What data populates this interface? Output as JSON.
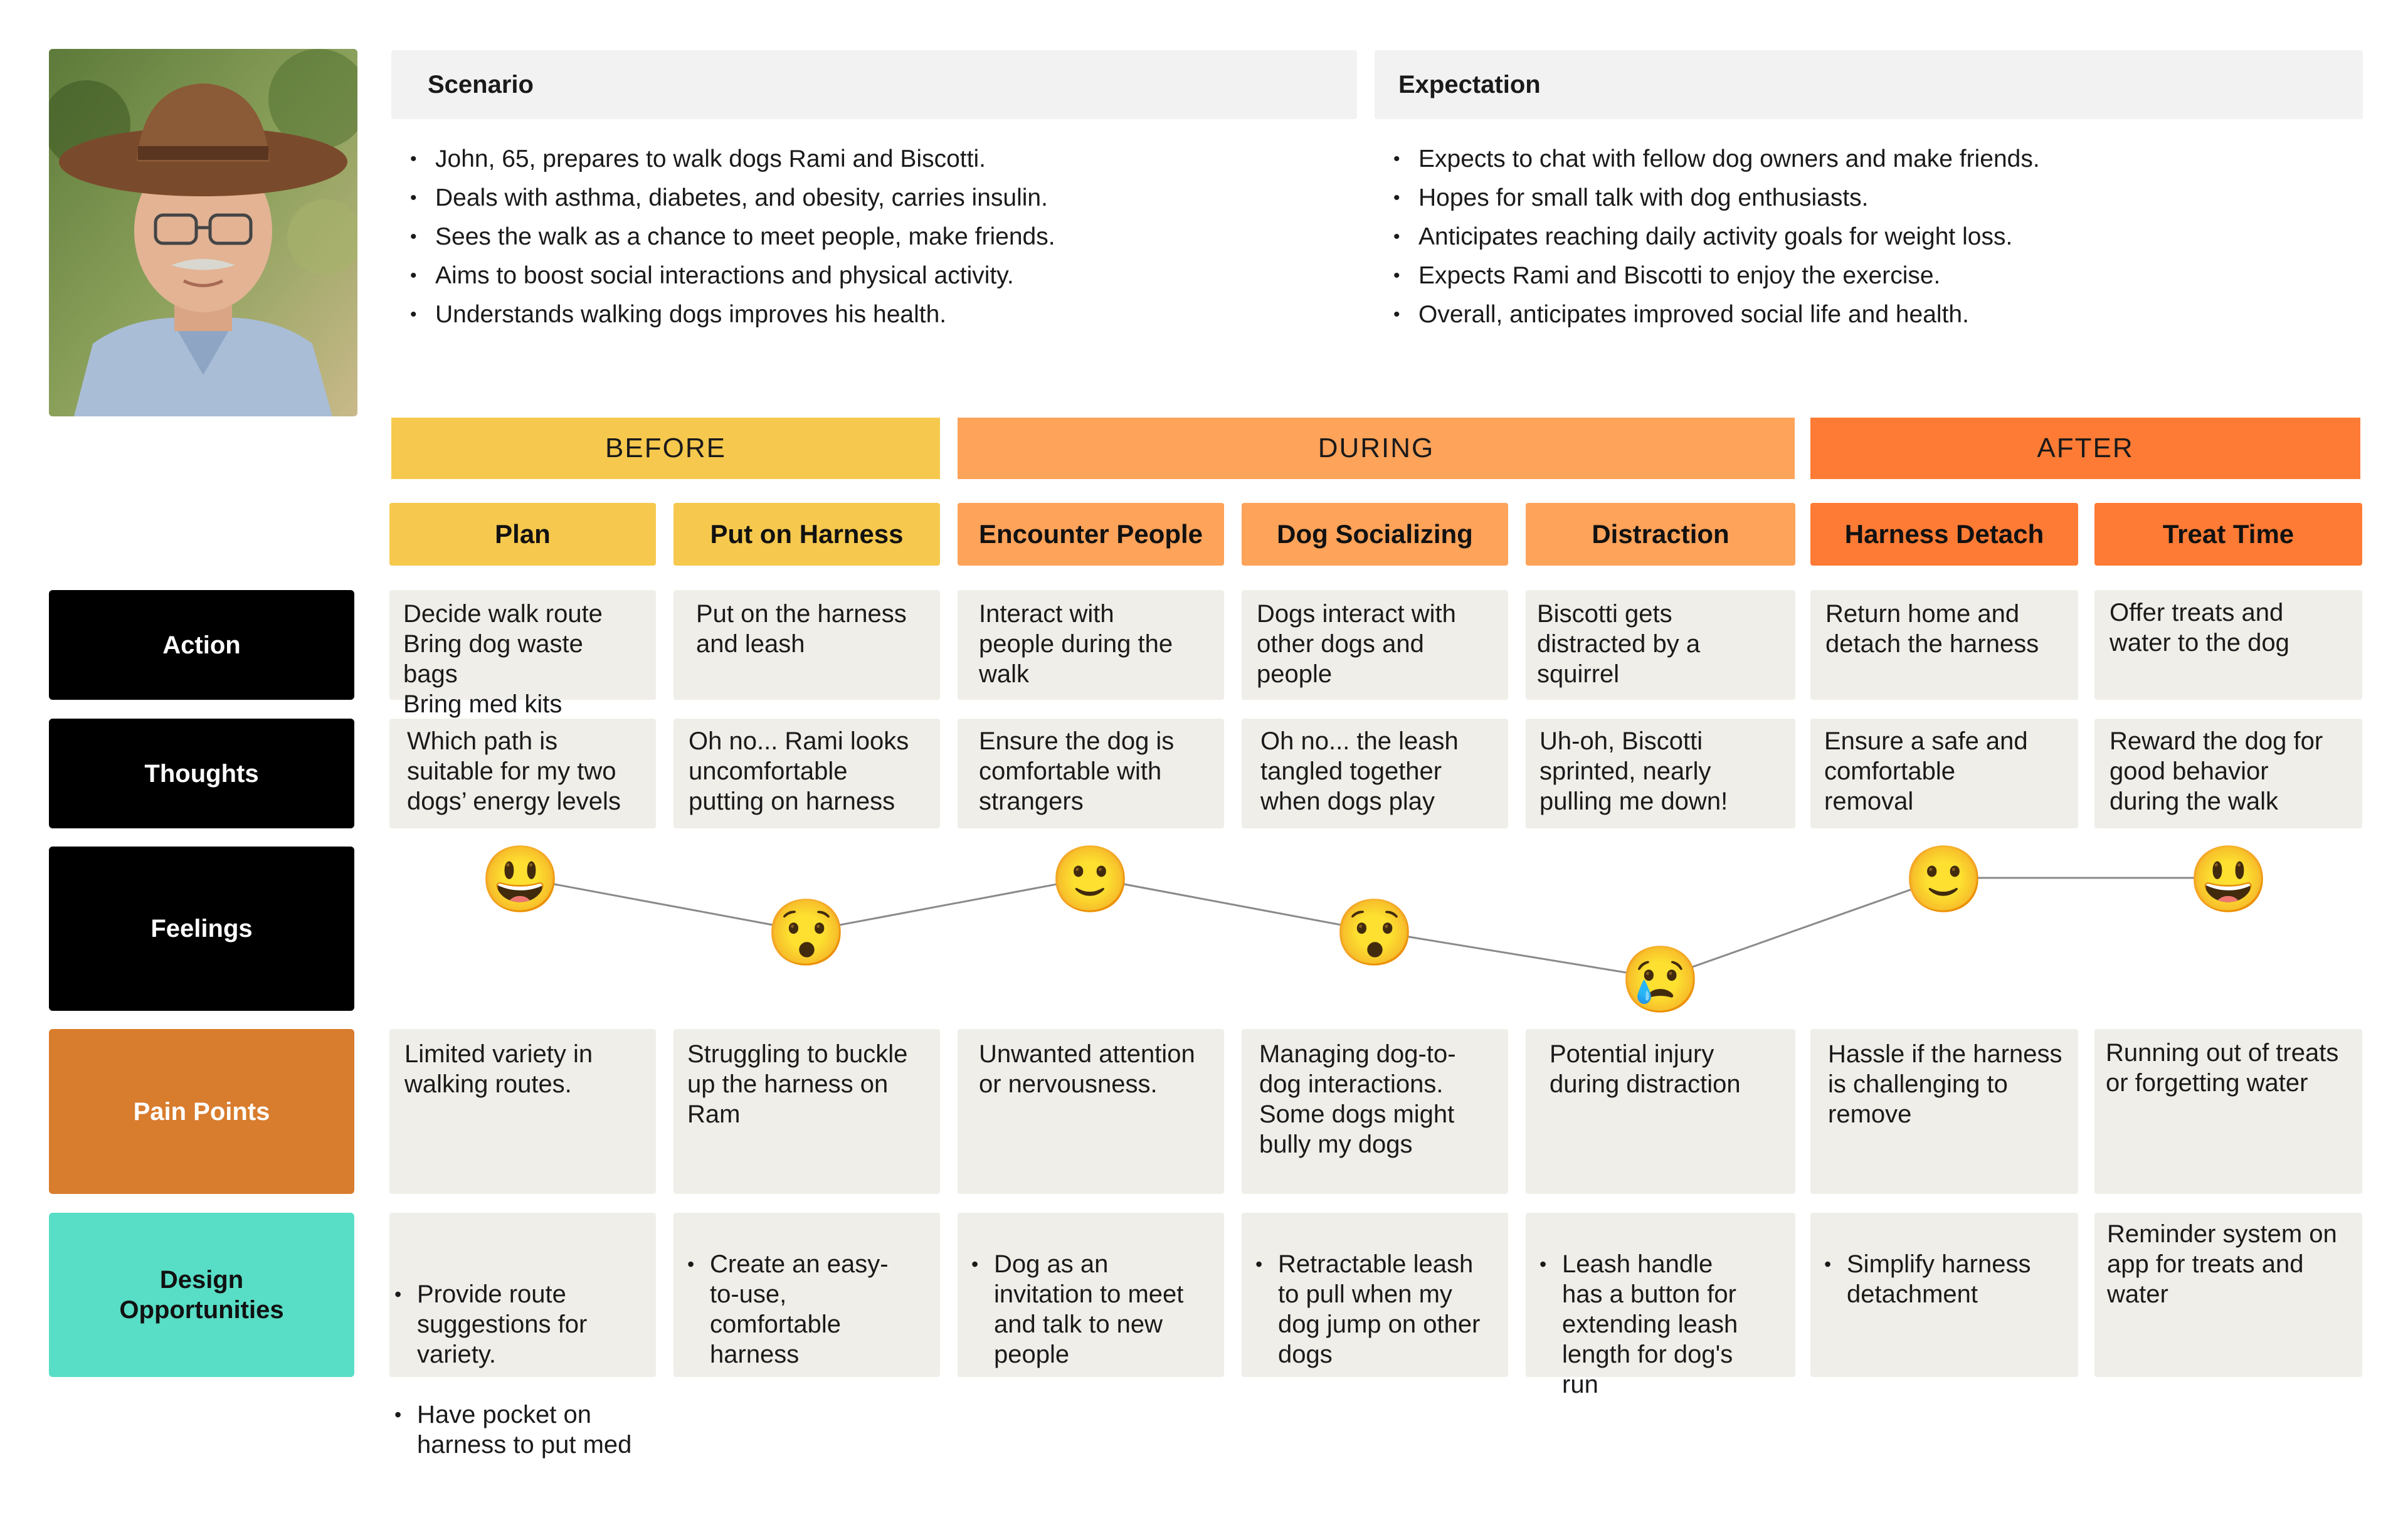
{
  "persona_photo": {
    "icon": "older-man-in-hat-photo"
  },
  "scenario": {
    "title": "Scenario",
    "items": [
      "John, 65, prepares to walk dogs Rami and Biscotti.",
      "Deals with asthma, diabetes, and obesity, carries insulin.",
      "Sees the walk as a chance to meet people, make friends.",
      "Aims to boost social interactions and physical activity.",
      "Understands walking dogs improves his health."
    ]
  },
  "expectation": {
    "title": "Expectation",
    "items": [
      "Expects to chat with fellow dog owners and make friends.",
      "Hopes for small talk with dog enthusiasts.",
      "Anticipates reaching daily activity goals for weight loss.",
      "Expects Rami and Biscotti to enjoy the exercise.",
      "Overall, anticipates improved social life and health."
    ]
  },
  "phases": [
    {
      "label": "BEFORE",
      "color": "#f6c94e"
    },
    {
      "label": "DURING",
      "color": "#fda35a"
    },
    {
      "label": "AFTER",
      "color": "#fd7b35"
    }
  ],
  "steps": [
    {
      "label": "Plan",
      "color": "#f6c94e"
    },
    {
      "label": "Put on Harness",
      "color": "#f6c94e"
    },
    {
      "label": "Encounter People",
      "color": "#fda35a"
    },
    {
      "label": "Dog Socializing",
      "color": "#fda35a"
    },
    {
      "label": "Distraction",
      "color": "#fda35a"
    },
    {
      "label": "Harness Detach",
      "color": "#fd7b35"
    },
    {
      "label": "Treat Time",
      "color": "#fd7b35"
    }
  ],
  "row_labels": {
    "action": {
      "label": "Action",
      "color": "#000000"
    },
    "thoughts": {
      "label": "Thoughts",
      "color": "#000000"
    },
    "feelings": {
      "label": "Feelings",
      "color": "#000000"
    },
    "pain_points": {
      "label": "Pain Points",
      "color": "#d87c2e"
    },
    "design": {
      "label": "Design\nOpportunities",
      "color": "#58dec6"
    }
  },
  "actions": [
    "Decide walk route\nBring dog waste bags\nBring med kits",
    "Put on the harness\nand leash",
    "Interact with\npeople during the\nwalk",
    "Dogs interact with\nother dogs and\npeople",
    "Biscotti gets\ndistracted by a\nsquirrel",
    "Return home and\ndetach the harness",
    "Offer treats and\nwater to the dog"
  ],
  "thoughts": [
    "Which path is\nsuitable for my two\ndogs’ energy levels",
    "Oh no... Rami looks\nuncomfortable\nputting on harness",
    "Ensure the dog is\ncomfortable with\nstrangers",
    "Oh no... the leash\ntangled together\nwhen dogs play",
    "Uh-oh, Biscotti\nsprinted, nearly\npulling me down!",
    "Ensure a safe and\ncomfortable\nremoval",
    "Reward the dog for\ngood behavior\nduring the walk"
  ],
  "feelings": [
    {
      "emoji": "😃",
      "icon": "grinning-face-icon",
      "level": 3
    },
    {
      "emoji": "😯",
      "icon": "hushed-face-icon",
      "level": 2
    },
    {
      "emoji": "🙂",
      "icon": "slightly-smiling-face-icon",
      "level": 3
    },
    {
      "emoji": "😯",
      "icon": "hushed-face-icon",
      "level": 2
    },
    {
      "emoji": "😢",
      "icon": "crying-face-icon",
      "level": 1
    },
    {
      "emoji": "🙂",
      "icon": "slightly-smiling-face-icon",
      "level": 3
    },
    {
      "emoji": "😃",
      "icon": "grinning-face-icon",
      "level": 3
    }
  ],
  "pain_points": [
    "Limited variety in\nwalking routes.",
    "Struggling to buckle\nup the harness on\nRam",
    "Unwanted attention\nor nervousness.",
    "Managing dog-to-\ndog interactions.\nSome dogs might\nbully my dogs",
    "Potential injury\nduring distraction",
    "Hassle if the harness\nis challenging to\nremove",
    "Running out of treats\nor forgetting water"
  ],
  "design_opportunities": [
    {
      "bullets": [
        "Provide route\nsuggestions for\nvariety.",
        "Have pocket on\nharness to put med"
      ]
    },
    {
      "bullets": [
        "Create an easy-\nto-use,\ncomfortable\nharness"
      ]
    },
    {
      "bullets": [
        "Dog as an\ninvitation to meet\nand talk to new\npeople"
      ]
    },
    {
      "bullets": [
        "Retractable leash\nto pull when my\ndog jump on other\ndogs"
      ]
    },
    {
      "bullets": [
        "Leash handle\nhas a button for\nextending leash\nlength for dog's\nrun"
      ]
    },
    {
      "bullets": [
        "Simplify harness\ndetachment"
      ]
    },
    {
      "text": "Reminder system on\napp for treats and\nwater"
    }
  ]
}
